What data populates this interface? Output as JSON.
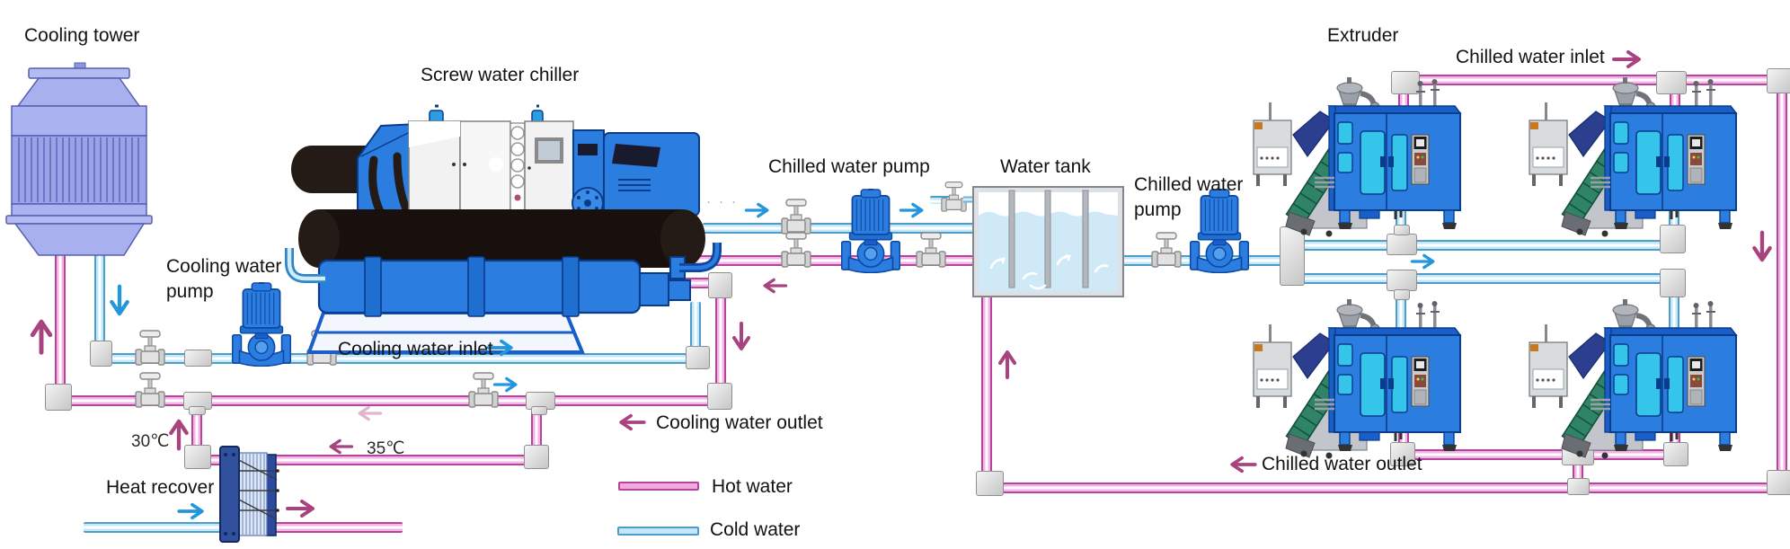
{
  "diagram": {
    "title_implicit": "Chiller / extruder cooling water system",
    "labels": {
      "cooling_tower": "Cooling tower",
      "screw_chiller": "Screw water chiller",
      "cooling_water_pump": "Cooling water\npump",
      "cooling_water_inlet": "Cooling water inlet",
      "cooling_water_outlet": "Cooling water outlet",
      "chilled_water_pump": "Chilled water pump",
      "water_tank": "Water tank",
      "chilled_water_pump_2": "Chilled water\npump",
      "extruder": "Extruder",
      "chilled_water_inlet": "Chilled water inlet",
      "chilled_water_outlet": "Chilled water outlet",
      "heat_recover": "Heat recover",
      "temp_30": "30℃",
      "temp_35": "35℃"
    },
    "legend": {
      "items": [
        {
          "label": "Hot water",
          "color": "#f2aade",
          "border": "#b4459c"
        },
        {
          "label": "Cold water",
          "color": "#c3e7f8",
          "border": "#4f9cc6"
        }
      ]
    },
    "colors": {
      "hot_pipe": "#f3b4e6",
      "hot_pipe_border": "#b4459c",
      "cold_pipe": "#c3e7f8",
      "cold_pipe_border": "#4f9cc6",
      "flow_arrow_cold": "#2496dc",
      "flow_arrow_hot": "#a9437f",
      "machine_blue": "#2b7de0",
      "tower_purple": "#a8b0ee",
      "tank_water": "#cfe9f7"
    }
  }
}
